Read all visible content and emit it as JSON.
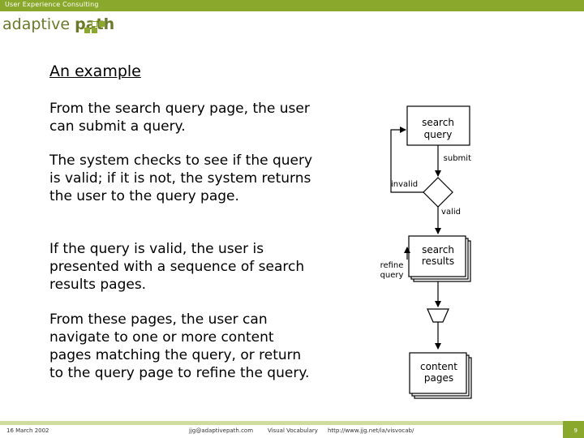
{
  "header": {
    "bar_text": "User Experience Consulting",
    "logo_part1": "adaptive",
    "logo_part2": "path"
  },
  "slide": {
    "heading": "An example",
    "paragraphs": [
      "From the search query page, the user can submit a query.",
      "The system checks to see if the query is valid; if it is not, the system returns the user to the query page.",
      "If the query is valid, the user is presented with a sequence of search results pages.",
      "From these pages, the user can navigate to one or more content pages matching the query, or return to the query page to refine the query."
    ]
  },
  "diagram": {
    "query_page_line1": "search",
    "query_page_line2": "query",
    "submit_label": "submit",
    "invalid_label": "invalid",
    "valid_label": "valid",
    "results_line1": "search",
    "results_line2": "results",
    "refine_line1": "refine",
    "refine_line2": "query",
    "content_line1": "content",
    "content_line2": "pages"
  },
  "footer": {
    "date": "16 March 2002",
    "email": "jjg@adaptivepath.com",
    "title": "Visual Vocabulary",
    "url": "http://www.jjg.net/ia/visvocab/",
    "page": "9"
  },
  "colors": {
    "brand_green": "#8aa82b",
    "band_green": "#cfdca0"
  }
}
